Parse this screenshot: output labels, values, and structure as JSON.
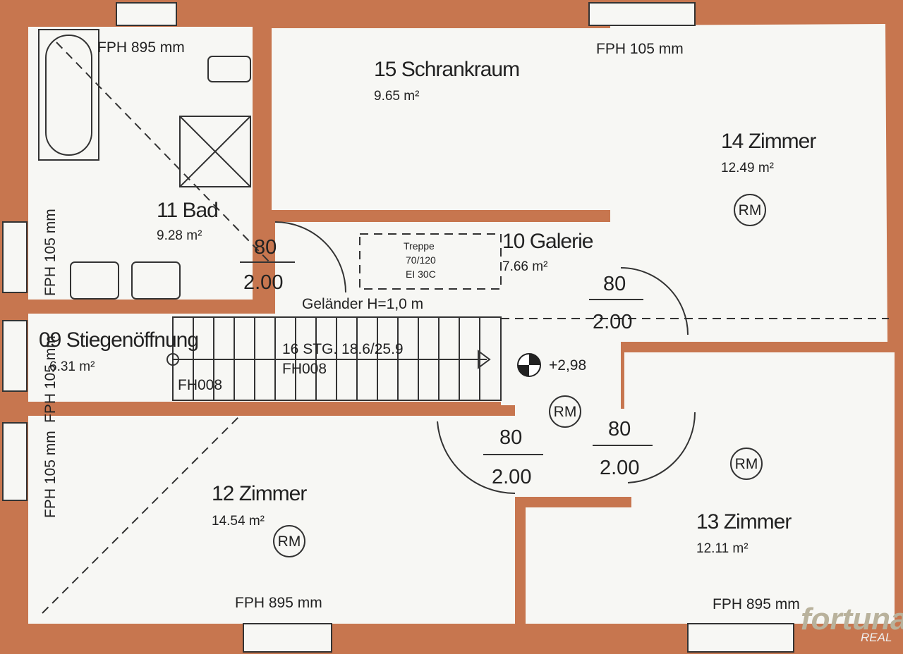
{
  "rooms": [
    {
      "id": "bad",
      "name": "11 Bad",
      "area": "9.28 m²"
    },
    {
      "id": "schrankraum",
      "name": "15 Schrankraum",
      "area": "9.65 m²"
    },
    {
      "id": "zimmer14",
      "name": "14 Zimmer",
      "area": "12.49 m²"
    },
    {
      "id": "galerie",
      "name": "10 Galerie",
      "area": "7.66 m²"
    },
    {
      "id": "stiegenoeffnung",
      "name": "09 Stiegenöffnung",
      "area": "6.31 m²"
    },
    {
      "id": "zimmer12",
      "name": "12 Zimmer",
      "area": "14.54 m²"
    },
    {
      "id": "zimmer13",
      "name": "13 Zimmer",
      "area": "12.11 m²"
    }
  ],
  "windows": {
    "bad_top": "FPH 895 mm",
    "zimmer14_top": "FPH 105 mm",
    "bad_left": "FPH 105 mm",
    "stiege_left": "FPH 105 mm",
    "zimmer12_left": "FPH 105 mm",
    "zimmer12_bottom": "FPH 895 mm",
    "zimmer13_bottom": "FPH 895 mm"
  },
  "doors": {
    "width": "80",
    "height": "2.00"
  },
  "stair": {
    "railing": "Geländer H=1,0 m",
    "steps": "16 STG. 18.6/25.9",
    "fh1": "FH008",
    "fh2": "FH008",
    "hatch_1": "Treppe",
    "hatch_2": "70/120",
    "hatch_3": "EI 30C"
  },
  "level": "+2,98",
  "rm_label": "RM",
  "logo": {
    "brand": "fortuna",
    "sub": "REAL"
  }
}
